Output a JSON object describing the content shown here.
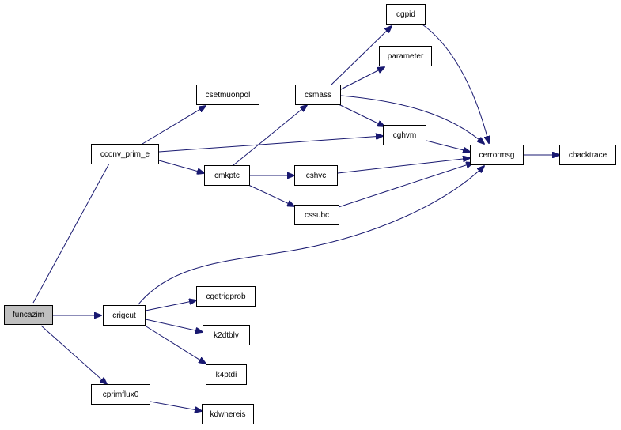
{
  "graph": {
    "colors": {
      "edge": "#191970",
      "root_fill": "#bfbfbf",
      "node_fill": "#ffffff",
      "border": "#000000"
    },
    "nodes": {
      "funcazim": "funcazim",
      "cconv_prim_e": "cconv_prim_e",
      "csetmuonpol": "csetmuonpol",
      "cmkptc": "cmkptc",
      "csmass": "csmass",
      "cgpid": "cgpid",
      "parameter": "parameter",
      "cghvm": "cghvm",
      "cshvc": "cshvc",
      "cssubc": "cssubc",
      "cerrormsg": "cerrormsg",
      "cbacktrace": "cbacktrace",
      "crigcut": "crigcut",
      "cgetrigprob": "cgetrigprob",
      "k2dtblv": "k2dtblv",
      "k4ptdi": "k4ptdi",
      "cprimflux0": "cprimflux0",
      "kdwhereis": "kdwhereis"
    },
    "edges": [
      [
        "funcazim",
        "cconv_prim_e"
      ],
      [
        "funcazim",
        "crigcut"
      ],
      [
        "funcazim",
        "cprimflux0"
      ],
      [
        "cconv_prim_e",
        "csetmuonpol"
      ],
      [
        "cconv_prim_e",
        "cghvm"
      ],
      [
        "cconv_prim_e",
        "cmkptc"
      ],
      [
        "cmkptc",
        "csmass"
      ],
      [
        "cmkptc",
        "cshvc"
      ],
      [
        "cmkptc",
        "cssubc"
      ],
      [
        "csmass",
        "cgpid"
      ],
      [
        "csmass",
        "parameter"
      ],
      [
        "csmass",
        "cghvm"
      ],
      [
        "csmass",
        "cerrormsg"
      ],
      [
        "cgpid",
        "cerrormsg"
      ],
      [
        "cghvm",
        "cerrormsg"
      ],
      [
        "cshvc",
        "cerrormsg"
      ],
      [
        "cssubc",
        "cerrormsg"
      ],
      [
        "cerrormsg",
        "cbacktrace"
      ],
      [
        "crigcut",
        "cerrormsg"
      ],
      [
        "crigcut",
        "cgetrigprob"
      ],
      [
        "crigcut",
        "k2dtblv"
      ],
      [
        "crigcut",
        "k4ptdi"
      ],
      [
        "cprimflux0",
        "kdwhereis"
      ]
    ]
  }
}
